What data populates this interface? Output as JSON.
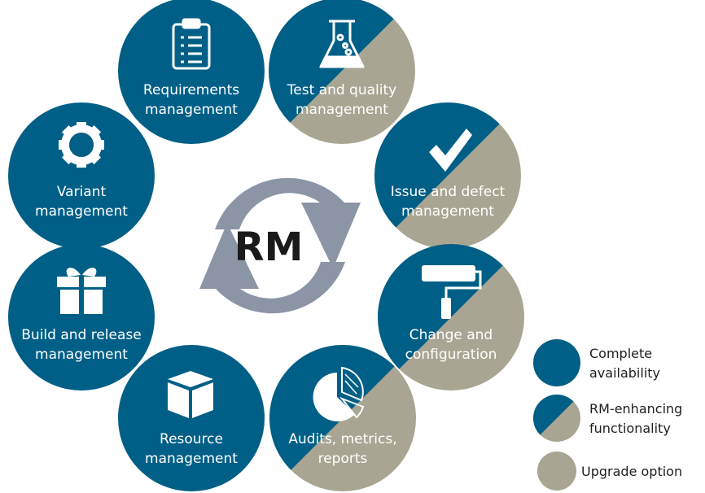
{
  "center": {
    "label": "RM"
  },
  "colors": {
    "complete": "#005f87",
    "upgrade": "#a8a692",
    "cycle": "#8c95a6"
  },
  "modules": [
    {
      "id": "requirements",
      "line1": "Requirements",
      "line2": "management",
      "status": "complete",
      "icon": "clipboard-icon"
    },
    {
      "id": "test-quality",
      "line1": "Test and quality",
      "line2": "management",
      "status": "enhancing",
      "icon": "flask-icon"
    },
    {
      "id": "issue-defect",
      "line1": "Issue and defect",
      "line2": "management",
      "status": "enhancing",
      "icon": "checkmark-icon"
    },
    {
      "id": "change-config",
      "line1": "Change and",
      "line2": "configuration",
      "status": "enhancing",
      "icon": "paint-roller-icon"
    },
    {
      "id": "audits",
      "line1": "Audits, metrics,",
      "line2": "reports",
      "status": "enhancing",
      "icon": "pie-chart-icon"
    },
    {
      "id": "resource",
      "line1": "Resource",
      "line2": "management",
      "status": "complete",
      "icon": "box-icon"
    },
    {
      "id": "build-release",
      "line1": "Build and release",
      "line2": "management",
      "status": "complete",
      "icon": "gift-icon"
    },
    {
      "id": "variant",
      "line1": "Variant",
      "line2": "management",
      "status": "complete",
      "icon": "gear-icon"
    }
  ],
  "legend": [
    {
      "line1": "Complete",
      "line2": "availability",
      "type": "complete"
    },
    {
      "line1": "RM-enhancing",
      "line2": "functionality",
      "type": "enhancing"
    },
    {
      "line1": "Upgrade option",
      "line2": "",
      "type": "upgrade"
    }
  ]
}
